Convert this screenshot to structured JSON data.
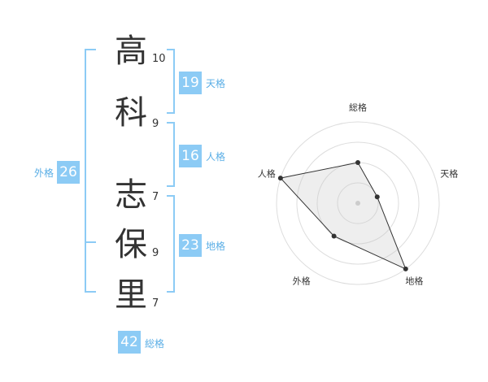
{
  "name": {
    "chars": [
      {
        "char": "高",
        "strokes": "10"
      },
      {
        "char": "科",
        "strokes": "9"
      },
      {
        "char": "志",
        "strokes": "7"
      },
      {
        "char": "保",
        "strokes": "9"
      },
      {
        "char": "里",
        "strokes": "7"
      }
    ]
  },
  "fortune": {
    "tenkaku": {
      "value": "19",
      "label": "天格"
    },
    "jinkaku": {
      "value": "16",
      "label": "人格"
    },
    "chikaku": {
      "value": "23",
      "label": "地格"
    },
    "gaikaku": {
      "value": "26",
      "label": "外格"
    },
    "soukaku": {
      "value": "42",
      "label": "総格"
    }
  },
  "colors": {
    "accent": "#8ccbf5",
    "accent_text": "#5aaee6",
    "text": "#333333",
    "grid": "#dddddd"
  },
  "chart_data": {
    "type": "radar",
    "axes": [
      "総格",
      "天格",
      "地格",
      "外格",
      "人格"
    ],
    "values": [
      2,
      1,
      4,
      2,
      4
    ],
    "range": [
      0,
      4
    ],
    "rings": 4
  }
}
